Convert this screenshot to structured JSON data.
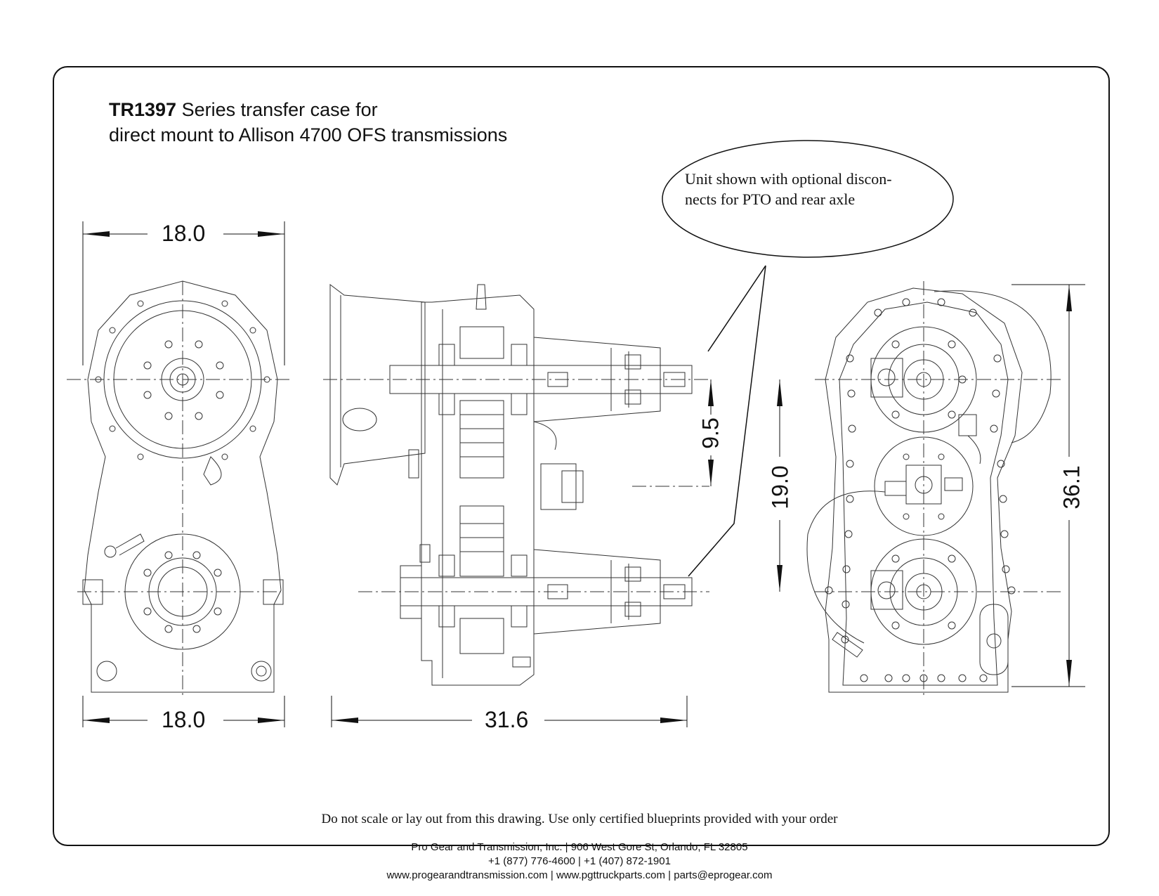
{
  "title": {
    "model": "TR1397",
    "line1_rest": " Series transfer case for",
    "line2": "direct mount to Allison 4700 OFS transmissions"
  },
  "callout": {
    "text": "Unit shown with optional discon-nects for PTO and rear axle",
    "line1": "Unit shown with optional discon-",
    "line2": "nects for PTO and rear axle"
  },
  "dimensions": {
    "front_top_width": "18.0",
    "front_bottom_width": "18.0",
    "side_length": "31.6",
    "upper_offset": "9.5",
    "shaft_center": "19.0",
    "overall_height": "36.1"
  },
  "disclaimer": "Do not scale  or lay out from this drawing.  Use only certified blueprints provided with your order",
  "footer": {
    "company": "Pro Gear and Transmission, Inc. | 906 West Gore St, Orlando, FL  32805",
    "phones": "+1 (877) 776-4600 | +1 (407) 872-1901",
    "web": "www.progearandtransmission.com | www.pgttruckparts.com | parts@eprogear.com"
  }
}
